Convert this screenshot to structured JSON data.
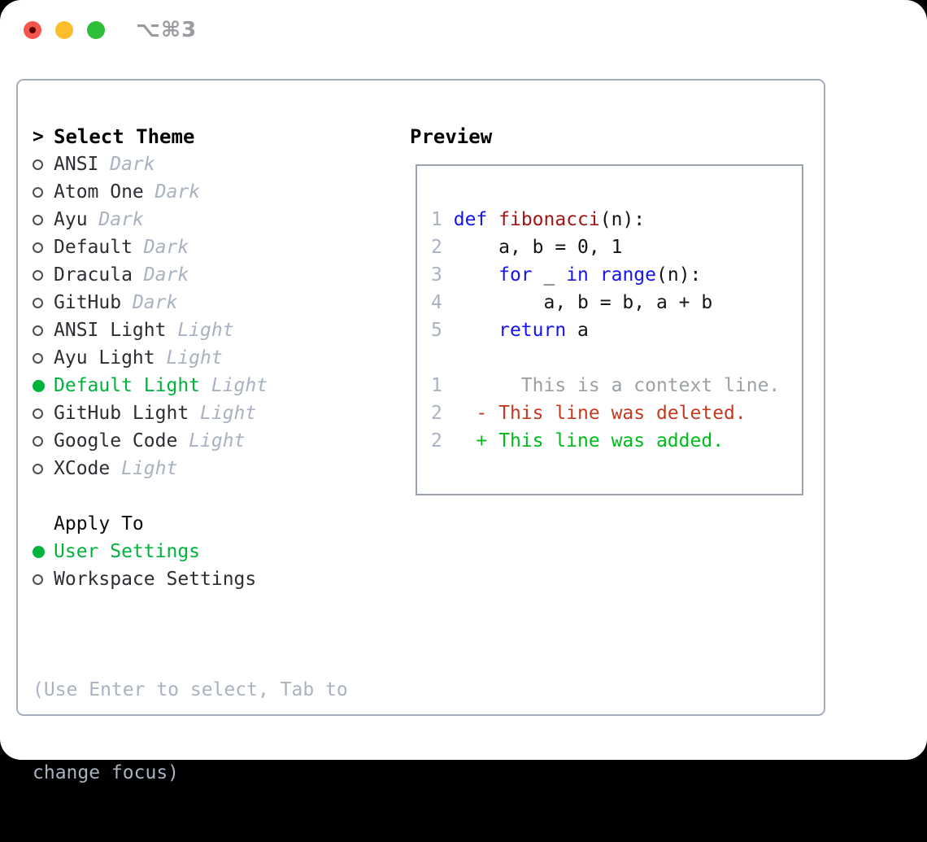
{
  "titlebar": {
    "title": "⌥⌘3"
  },
  "colors": {
    "accent-green": "#00b33c",
    "kw-blue": "#1414f0",
    "fn-red": "#a31515",
    "del-red": "#c43a20",
    "add-green": "#00bb1c",
    "ctx-gray": "#9aa0a4",
    "linenum": "#a9b2c0",
    "muted": "#a9b2c0",
    "item-text": "#2b2e33",
    "border-main": "#a5adbb",
    "border-preview": "#99a2ae"
  },
  "theme_list": {
    "cursor": ">",
    "title": "Select Theme",
    "items": [
      {
        "name": "ANSI",
        "variant": "Dark",
        "selected": false
      },
      {
        "name": "Atom One",
        "variant": "Dark",
        "selected": false
      },
      {
        "name": "Ayu",
        "variant": "Dark",
        "selected": false
      },
      {
        "name": "Default",
        "variant": "Dark",
        "selected": false
      },
      {
        "name": "Dracula",
        "variant": "Dark",
        "selected": false
      },
      {
        "name": "GitHub",
        "variant": "Dark",
        "selected": false
      },
      {
        "name": "ANSI Light",
        "variant": "Light",
        "selected": false
      },
      {
        "name": "Ayu Light",
        "variant": "Light",
        "selected": false
      },
      {
        "name": "Default Light",
        "variant": "Light",
        "selected": true
      },
      {
        "name": "GitHub Light",
        "variant": "Light",
        "selected": false
      },
      {
        "name": "Google Code",
        "variant": "Light",
        "selected": false
      },
      {
        "name": "XCode",
        "variant": "Light",
        "selected": false
      }
    ]
  },
  "apply_to": {
    "title": "Apply To",
    "items": [
      {
        "label": "User Settings",
        "selected": true
      },
      {
        "label": "Workspace Settings",
        "selected": false
      }
    ]
  },
  "help": {
    "line1": "(Use Enter to select, Tab to",
    "line2": "change focus)"
  },
  "preview": {
    "title": "Preview",
    "code_lines": [
      {
        "segments": [
          [
            "num",
            "1"
          ],
          [
            "plain",
            " "
          ],
          [
            "kw",
            "def"
          ],
          [
            "code",
            " "
          ],
          [
            "fn",
            "fibonacci"
          ],
          [
            "code",
            "(n):"
          ]
        ]
      },
      {
        "segments": [
          [
            "num",
            "2"
          ],
          [
            "plain",
            "     "
          ],
          [
            "code",
            "a, b = 0, 1"
          ]
        ]
      },
      {
        "segments": [
          [
            "num",
            "3"
          ],
          [
            "plain",
            "     "
          ],
          [
            "kw",
            "for"
          ],
          [
            "code",
            " _ "
          ],
          [
            "kw",
            "in"
          ],
          [
            "code",
            " "
          ],
          [
            "kw",
            "range"
          ],
          [
            "code",
            "(n):"
          ]
        ]
      },
      {
        "segments": [
          [
            "num",
            "4"
          ],
          [
            "plain",
            "         "
          ],
          [
            "code",
            "a, b = b, a + b"
          ]
        ]
      },
      {
        "segments": [
          [
            "num",
            "5"
          ],
          [
            "plain",
            "     "
          ],
          [
            "kw",
            "return"
          ],
          [
            "code",
            " a"
          ]
        ]
      }
    ],
    "diff_lines": [
      {
        "segments": [
          [
            "num",
            "1"
          ],
          [
            "ctx",
            "       This is a context line."
          ]
        ]
      },
      {
        "segments": [
          [
            "num",
            "2"
          ],
          [
            "plain",
            "   "
          ],
          [
            "del",
            "- This line was deleted."
          ]
        ]
      },
      {
        "segments": [
          [
            "num",
            "2"
          ],
          [
            "plain",
            "   "
          ],
          [
            "add",
            "+ This line was added."
          ]
        ]
      }
    ]
  }
}
